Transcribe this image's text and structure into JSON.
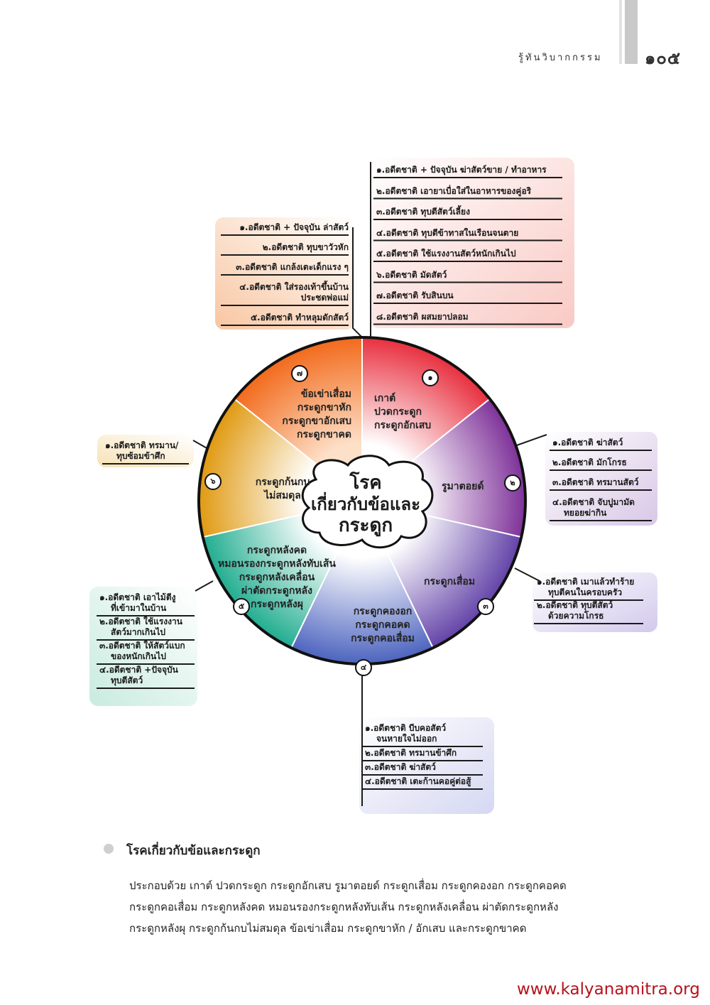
{
  "header": {
    "running_title": "รู้ทันวิบากกรรม",
    "page_number": "๑๐๕"
  },
  "diagram": {
    "center": [
      "โรค",
      "เกี่ยวกับข้อและ",
      "กระดูก"
    ],
    "segments": [
      {
        "number": "๑",
        "color": "#ee3a46",
        "lines": [
          "เกาต์",
          "ปวดกระดูก",
          "กระดูกอักเสบ"
        ]
      },
      {
        "number": "๒",
        "color": "#8a3fa4",
        "lines": [
          "รูมาตอยด์"
        ]
      },
      {
        "number": "๓",
        "color": "#6d4db0",
        "lines": [
          "กระดูกเสื่อม"
        ]
      },
      {
        "number": "๔",
        "color": "#5b73c6",
        "lines": [
          "กระดูกคองอก",
          "กระดูกคอคด",
          "กระดูกคอเสื่อม"
        ]
      },
      {
        "number": "๕",
        "color": "#2db59a",
        "lines": [
          "กระดูกหลังคด",
          "หมอนรองกระดูกหลังทับเส้น",
          "กระดูกหลังเคลื่อน",
          "ผ่าตัดกระดูกหลัง",
          "กระดูกหลังผุ"
        ]
      },
      {
        "number": "๖",
        "color": "#e3a21e",
        "lines": [
          "กระดูกก้นกบ",
          "ไม่สมดุล"
        ]
      },
      {
        "number": "๗",
        "color": "#f26d1f",
        "lines": [
          "ข้อเข่าเสื่อม",
          "กระดูกขาหัก",
          "กระดูกขาอักเสบ",
          "กระดูกขาคด"
        ]
      }
    ],
    "causes": {
      "seg1": [
        "๑.อดีตชาติ + ปัจจุบัน ฆ่าสัตว์ขาย / ทำอาหาร",
        "๒.อดีตชาติ เอายาเบื่อใส่ในอาหารของคู่อริ",
        "๓.อดีตชาติ ทุบตีสัตว์เลี้ยง",
        "๔.อดีตชาติ ทุบตีข้าทาสในเรือนจนตาย",
        "๕.อดีตชาติ ใช้แรงงานสัตว์หนักเกินไป",
        "๖.อดีตชาติ มัดสัตว์",
        "๗.อดีตชาติ รับสินบน",
        "๘.อดีตชาติ ผสมยาปลอม"
      ],
      "seg2": [
        "๑.อดีตชาติ ฆ่าสัตว์",
        "๒.อดีตชาติ มักโกรธ",
        "๓.อดีตชาติ ทรมานสัตว์",
        "๔.อดีตชาติ จับปูมามัด",
        "ทยอยฆ่ากิน"
      ],
      "seg3": [
        "๑.อดีตชาติ เมาแล้วทำร้าย",
        "ทุบตีคนในครอบครัว",
        "๒.อดีตชาติ ทุบตีสัตว์",
        "ด้วยความโกรธ"
      ],
      "seg4": [
        "๑.อดีตชาติ บีบคอสัตว์",
        "จนหายใจไม่ออก",
        "๒.อดีตชาติ ทรมานข้าศึก",
        "๓.อดีตชาติ ฆ่าสัตว์",
        "๔.อดีตชาติ เตะก้านคอคู่ต่อสู้"
      ],
      "seg5": [
        "๑.อดีตชาติ เอาไม้ตีงู",
        "ที่เข้ามาในบ้าน",
        "๒.อดีตชาติ ใช้แรงงาน",
        "สัตว์มากเกินไป",
        "๓.อดีตชาติ ให้สัตว์แบก",
        "ของหนักเกินไป",
        "๔.อดีตชาติ +ปัจจุบัน",
        "ทุบตีสัตว์"
      ],
      "seg6": [
        "๑.อดีตชาติ ทรมาน/",
        "ทุบซ้อมข้าศึก"
      ],
      "seg7": [
        "๑.อดีตชาติ + ปัจจุบัน ล่าสัตว์",
        "๒.อดีตชาติ ทุบขาวัวหัก",
        "๓.อดีตชาติ แกล้งเตะเด็กแรง ๆ",
        "๔.อดีตชาติ ใส่รองเท้าขึ้นบ้าน",
        "ประชดพ่อแม่",
        "๕.อดีตชาติ ทำหลุมดักสัตว์"
      ]
    }
  },
  "section": {
    "title": "โรคเกี่ยวกับข้อและกระดูก",
    "body": [
      "ประกอบด้วย เกาต์ ปวดกระดูก กระดูกอักเสบ รูมาตอยด์ กระดูกเสื่อม กระดูกคองอก กระดูกคอคด",
      "กระดูกคอเสื่อม กระดูกหลังคด หมอนรองกระดูกหลังทับเส้น กระดูกหลังเคลื่อน ผ่าตัดกระดูกหลัง",
      "กระดูกหลังผุ กระดูกก้นกบไม่สมดุล ข้อเข่าเสื่อม กระดูกขาหัก / อักเสบ และกระดูกขาคด"
    ]
  },
  "footer": {
    "url": "www.kalyanamitra.org"
  }
}
